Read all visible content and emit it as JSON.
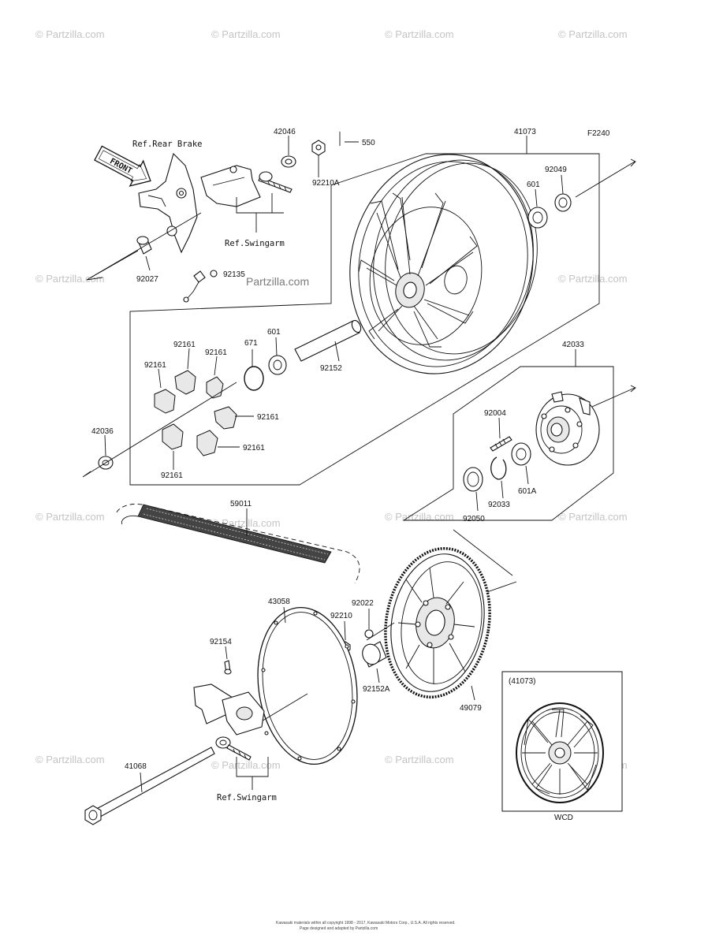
{
  "diagram_code": "F2240",
  "front_arrow_label": "FRONT",
  "refs": {
    "rear_brake": "Ref.Rear Brake",
    "swingarm_top": "Ref.Swingarm",
    "swingarm_bottom": "Ref.Swingarm"
  },
  "watermark": "© Partzilla.com",
  "watermark_center": "Partzilla.com",
  "parts": {
    "p42046": "42046",
    "p550": "550",
    "p92210A": "92210A",
    "p41073": "41073",
    "p601_top": "601",
    "p92049": "92049",
    "p92027": "92027",
    "p92135": "92135",
    "p92161_a": "92161",
    "p92161_b": "92161",
    "p92161_c": "92161",
    "p92161_d": "92161",
    "p92161_e": "92161",
    "p92161_f": "92161",
    "p671": "671",
    "p601_mid": "601",
    "p92152": "92152",
    "p42036": "42036",
    "p42033": "42033",
    "p92004": "92004",
    "p601A": "601A",
    "p92033": "92033",
    "p92050": "92050",
    "p59011": "59011",
    "p43058": "43058",
    "p92022": "92022",
    "p92210": "92210",
    "p92154": "92154",
    "p92152A": "92152A",
    "p49079": "49079",
    "p41068": "41068"
  },
  "inset": {
    "title": "(41073)",
    "caption": "WCD"
  },
  "footer": {
    "line1": "Kawasaki materials within all copyright 1998 - 2017, Kawasaki Motors Corp., U.S.A. All rights reserved.",
    "line2": "Page designed and adapted by Partzilla.com"
  }
}
